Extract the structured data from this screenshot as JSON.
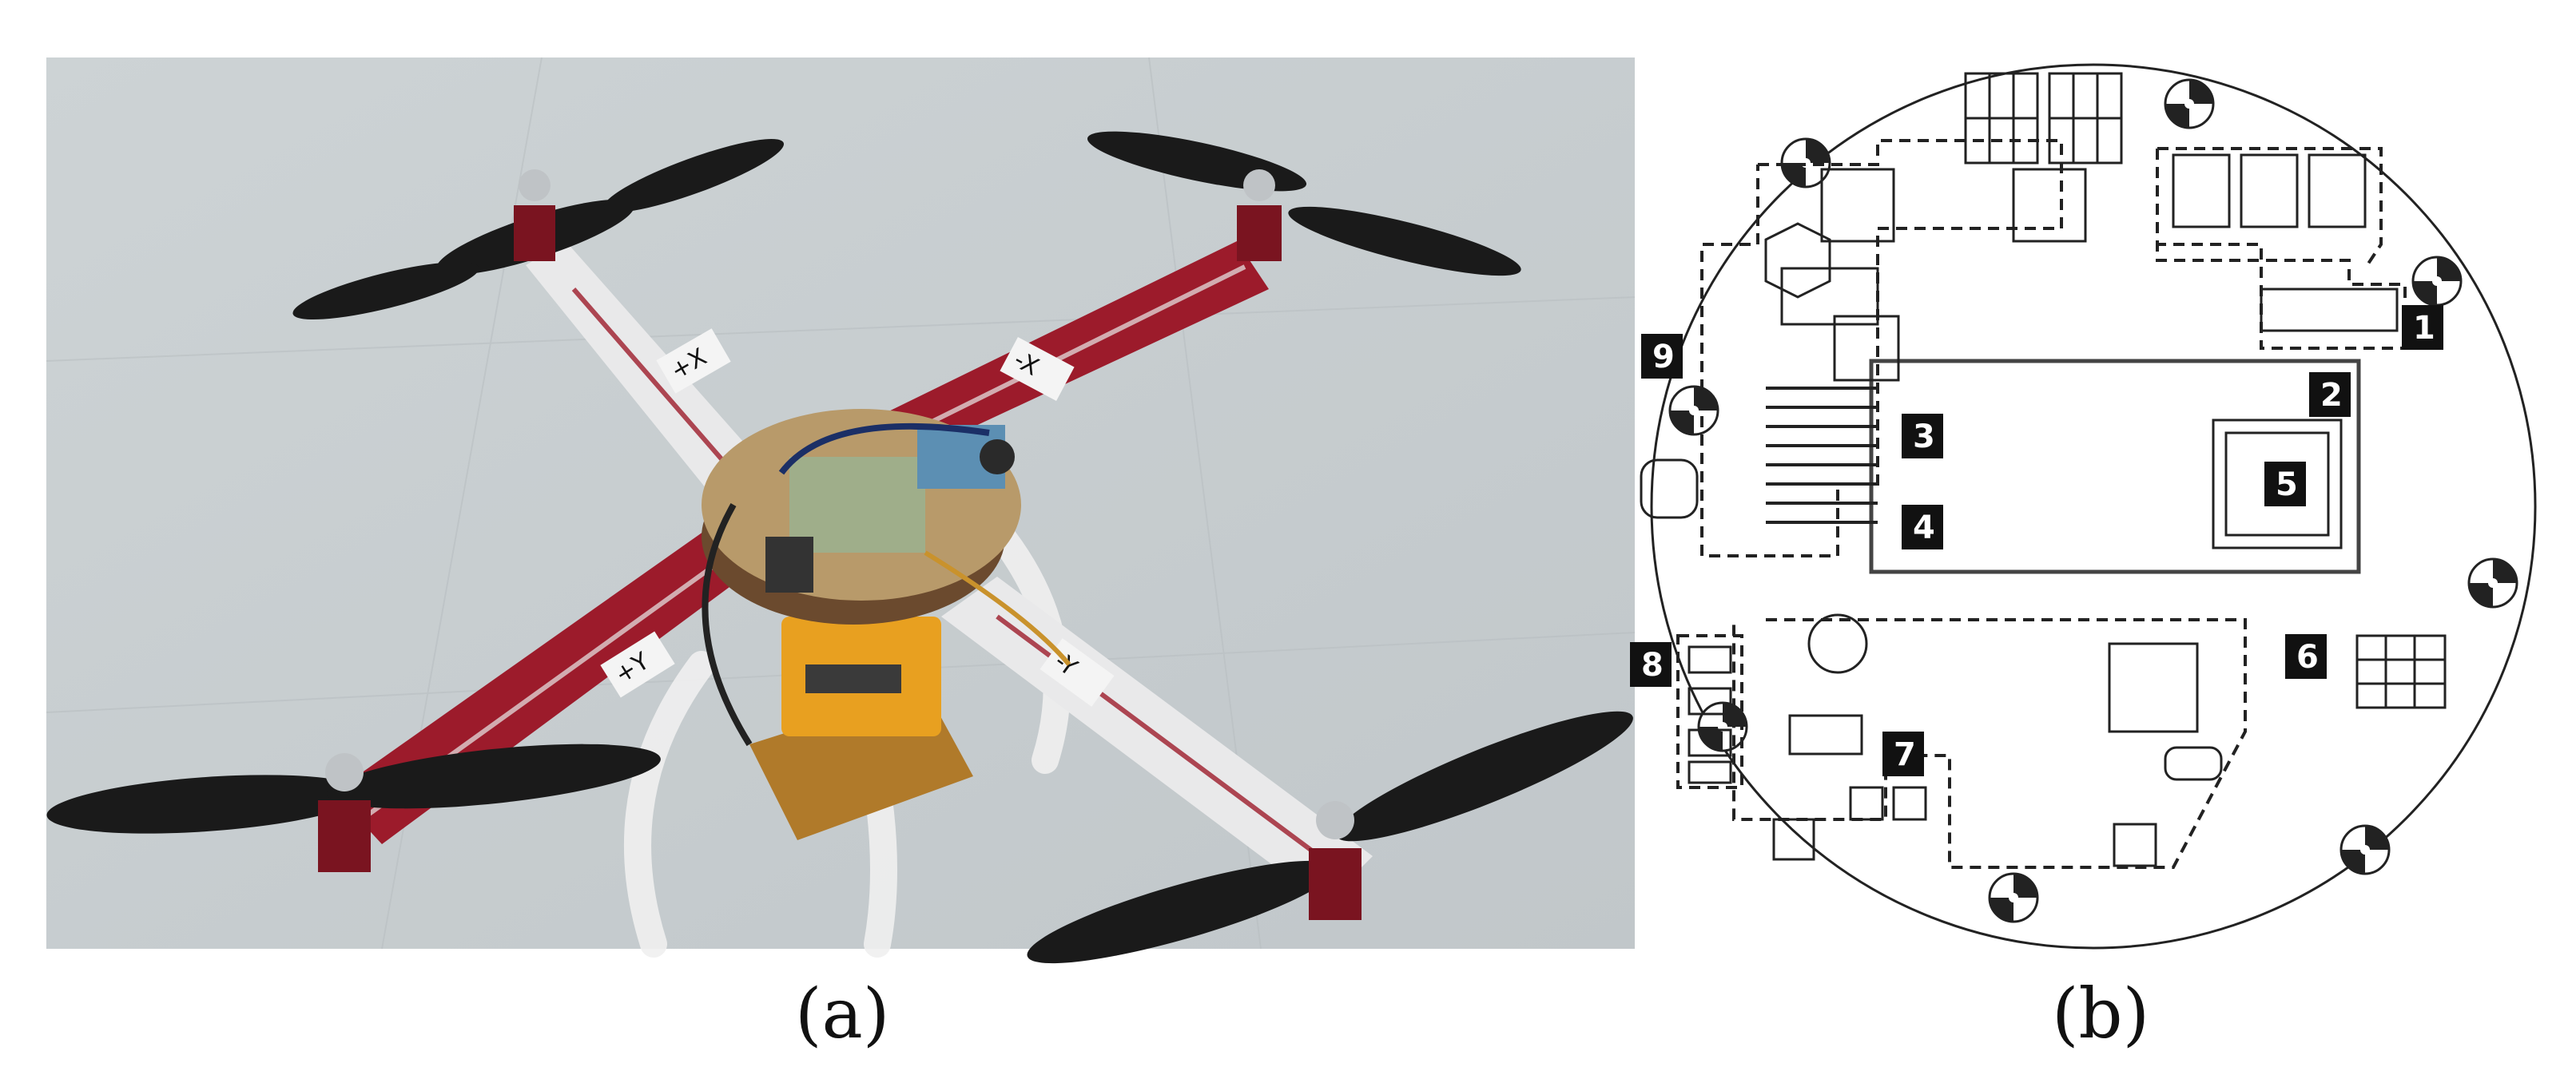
{
  "panels": [
    {
      "id": "a",
      "caption": "(a)"
    },
    {
      "id": "b",
      "caption": "(b)"
    }
  ],
  "photo": {
    "arm_marks": [
      "+X",
      "-X",
      "+Y",
      "-Y"
    ]
  },
  "pcb": {
    "callouts": [
      "1",
      "2",
      "3",
      "4",
      "5",
      "6",
      "7",
      "8",
      "9"
    ]
  },
  "colors": {
    "frame_red": "#9c1b2b",
    "frame_white": "#e9e9ea",
    "propeller": "#1a1a1a",
    "battery": "#e8a020",
    "floor": "#c9cfd1",
    "line": "#222222"
  }
}
